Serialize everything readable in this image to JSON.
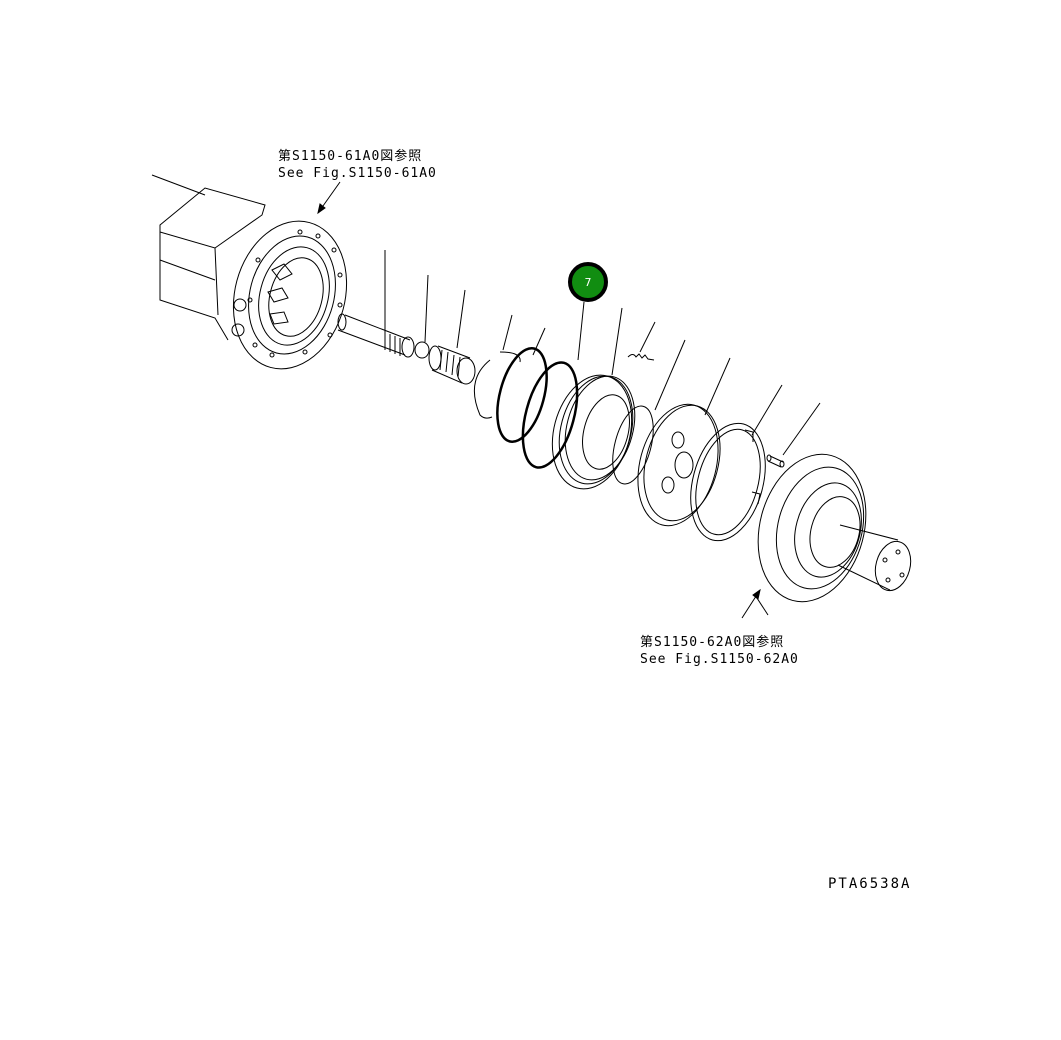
{
  "diagram": {
    "type": "exploded-parts-view",
    "figure_id": "PTA6538A",
    "callouts": [
      {
        "number": "7",
        "color": "#118d11",
        "description": "highlighted part - O-ring"
      }
    ],
    "references": [
      {
        "jp": "第S1150-61A0図参照",
        "en": "See Fig.S1150-61A0",
        "target": "axle housing"
      },
      {
        "jp": "第S1150-62A0図参照",
        "en": "See Fig.S1150-62A0",
        "target": "hub / spindle"
      }
    ],
    "parts": [
      "axle-housing",
      "axle-shaft",
      "snap-ring",
      "needle-bearing",
      "thrust-ring",
      "o-ring-1",
      "o-ring-7",
      "piston",
      "spring",
      "seal-ring",
      "end-plate",
      "brake-disc",
      "dowel-pin",
      "hub-spindle"
    ]
  }
}
